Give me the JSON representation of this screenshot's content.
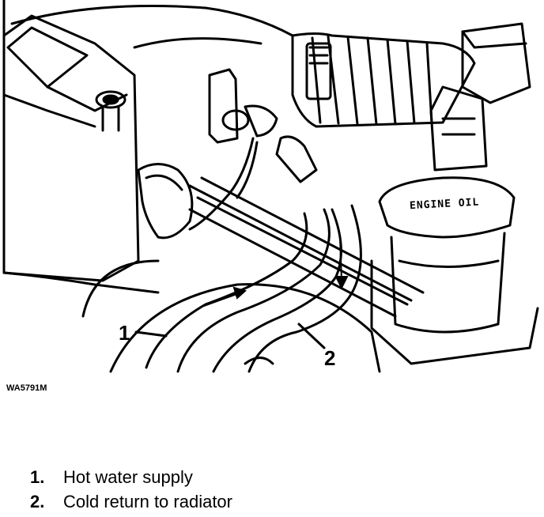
{
  "figure": {
    "figure_code": "WA5791M",
    "engine_oil_label": "ENGINE OIL",
    "callouts": [
      {
        "number": "1"
      },
      {
        "number": "2"
      }
    ]
  },
  "legend": {
    "items": [
      {
        "number": "1.",
        "text": "Hot water supply"
      },
      {
        "number": "2.",
        "text": "Cold return to radiator"
      }
    ]
  }
}
